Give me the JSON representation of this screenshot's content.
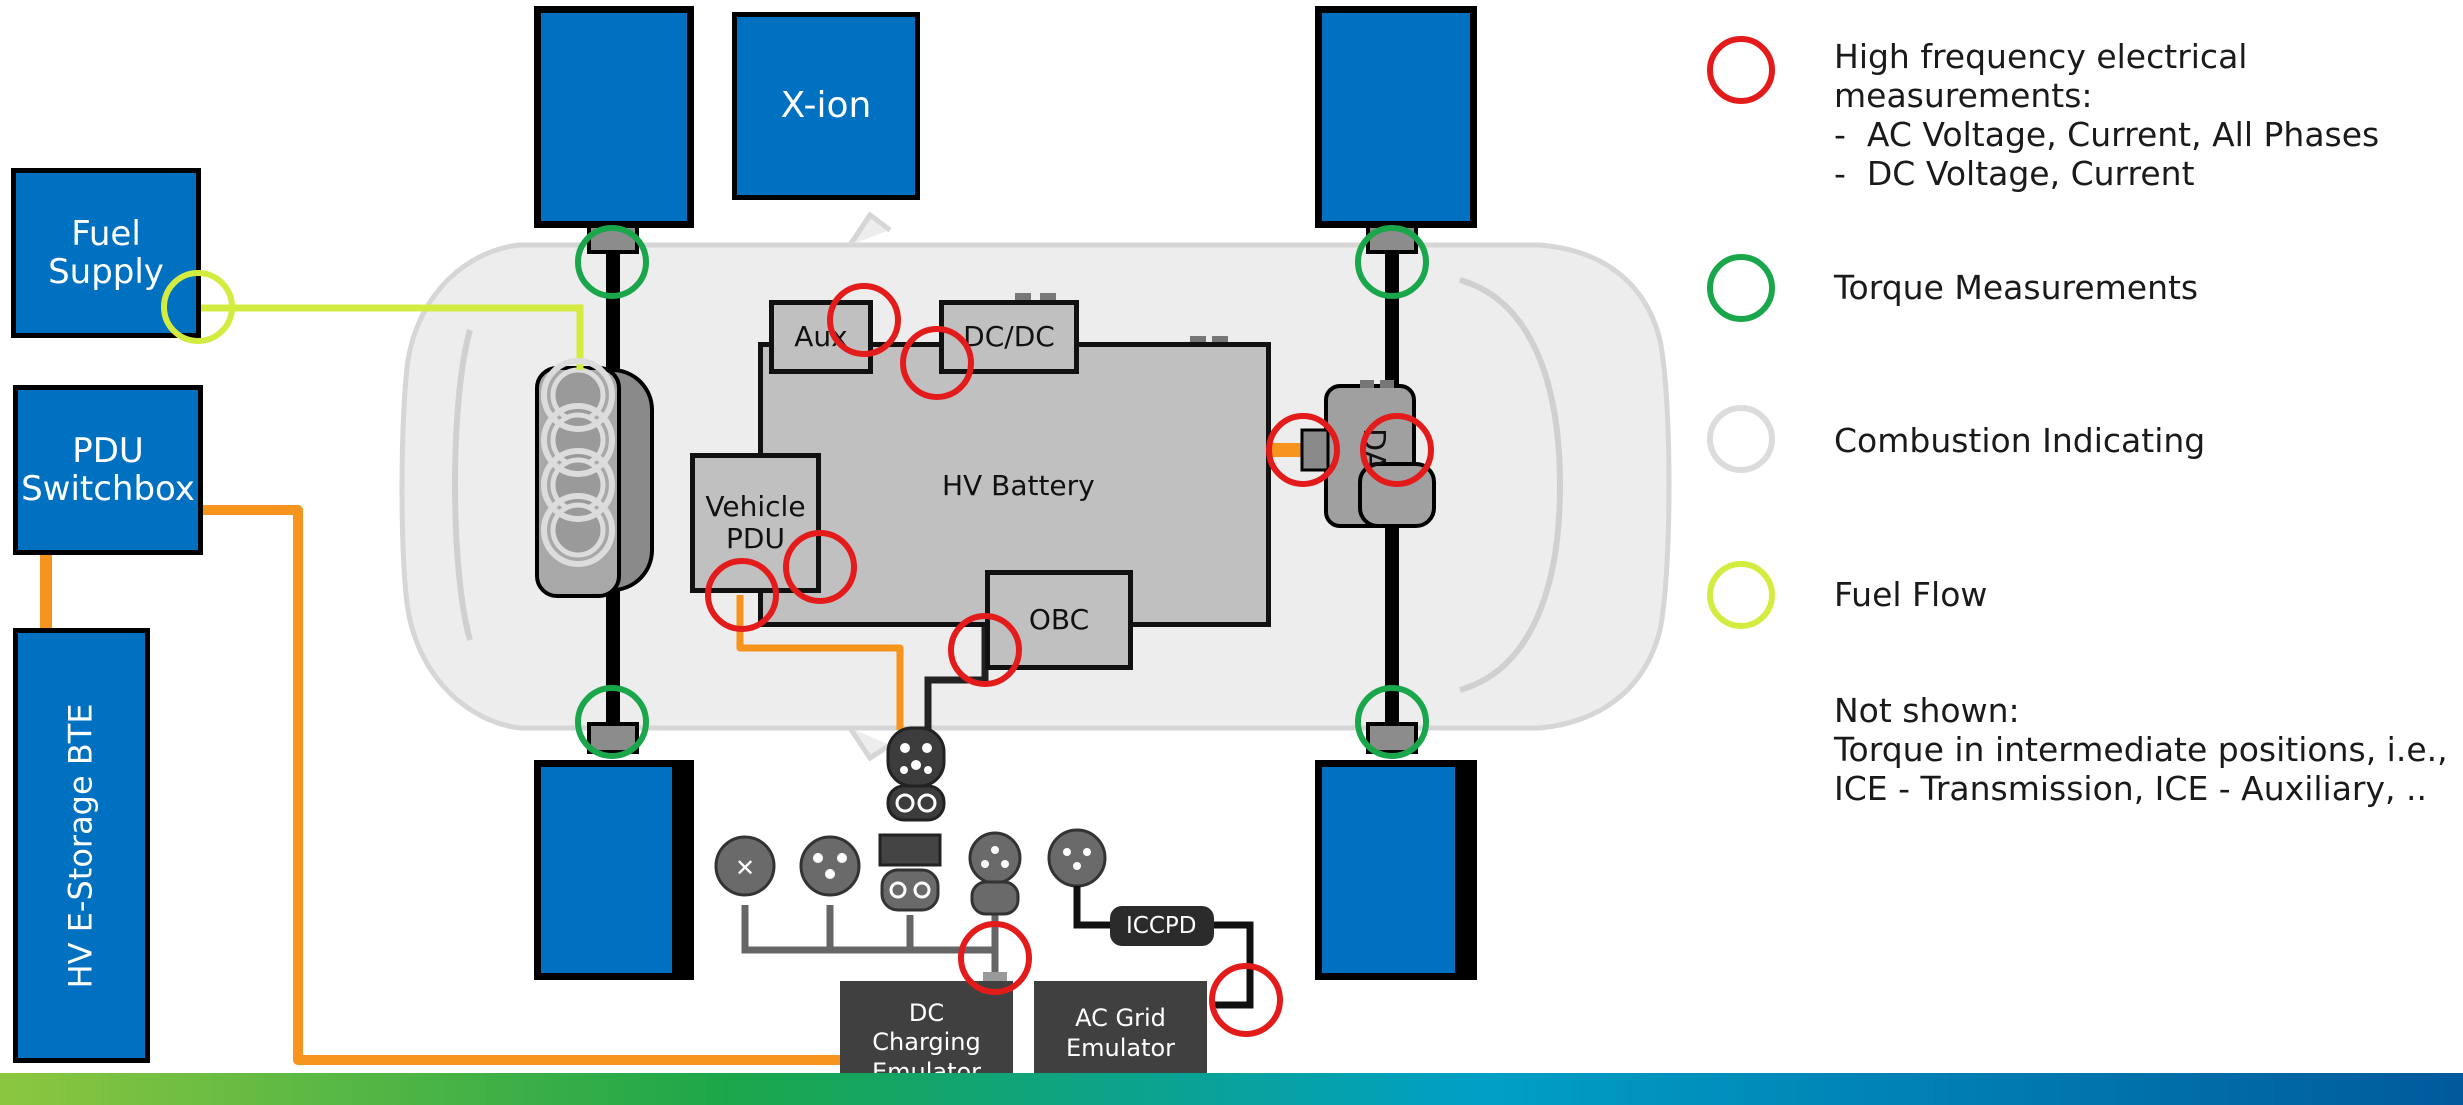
{
  "colors": {
    "dyno_blue": "#0070c0",
    "hv_orange": "#f7941d",
    "fuel_lime": "#d4ec40",
    "measure_red": "#e31b1b",
    "torque_green": "#1aa64a",
    "combustion_gray": "#dcdcdc",
    "battery_gray": "#c0c0c0",
    "emulator_dark": "#404040",
    "bar_gradient": [
      "#8cc63f",
      "#1aa64a",
      "#00a0c6",
      "#005a9c"
    ]
  },
  "dynos": {
    "xion_label": "X-ion",
    "fuel_supply_label": "Fuel\nSupply",
    "pdu_switchbox_label": "PDU\nSwitchbox",
    "hv_storage_label": "HV E-Storage BTE"
  },
  "vehicle": {
    "aux_label": "Aux",
    "dcdc_label": "DC/DC",
    "hv_battery_label": "HV Battery",
    "vehicle_pdu_label": "Vehicle\nPDU",
    "obc_label": "OBC",
    "rear_drive_label": "DA"
  },
  "charging": {
    "iccpd_label": "ICCPD",
    "dc_emulator_label": "DC\nCharging\nEmulator",
    "ac_emulator_label": "AC Grid\nEmulator"
  },
  "legend": {
    "items": [
      {
        "text": "High frequency electrical\nmeasurements:\n-  AC Voltage, Current, All Phases\n-  DC Voltage, Current",
        "ring": "red"
      },
      {
        "text": "Torque Measurements",
        "ring": "green"
      },
      {
        "text": "Combustion Indicating",
        "ring": "gray"
      },
      {
        "text": "Fuel Flow",
        "ring": "lime"
      }
    ],
    "note": "Not shown:\nTorque in intermediate positions, i.e.,\nICE - Transmission, ICE - Auxiliary, .."
  }
}
